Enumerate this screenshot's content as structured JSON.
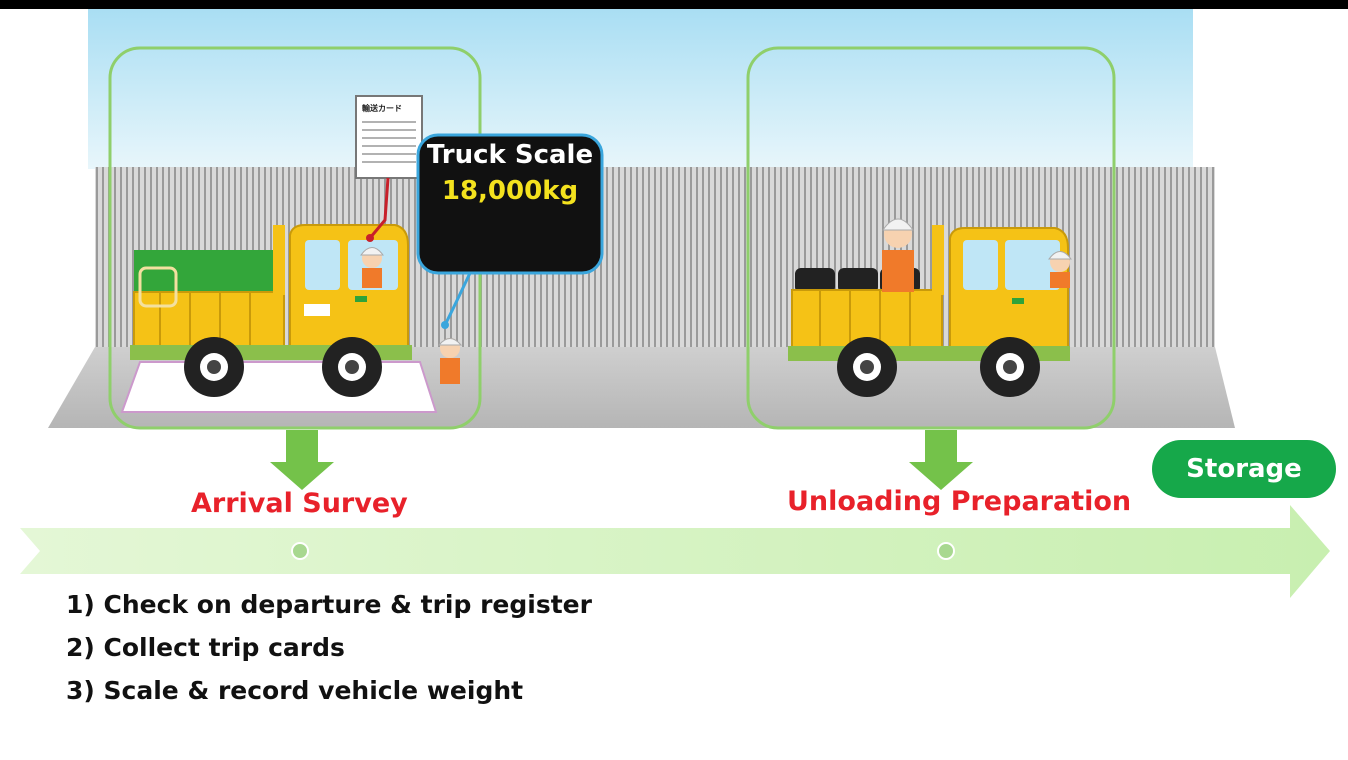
{
  "bubble": {
    "title": "Truck Scale",
    "weight": "18,000kg"
  },
  "card": {
    "title": "輸送カード"
  },
  "stages": [
    {
      "label": "Arrival Survey"
    },
    {
      "label": "Unloading Preparation"
    }
  ],
  "storage": {
    "label": "Storage"
  },
  "steps": [
    "1) Check on departure & trip register",
    "2) Collect trip cards",
    "3) Scale & record vehicle weight"
  ],
  "colors": {
    "sky": "#bfe6f6",
    "frame": "#8fcf6b",
    "stage_text": "#e8212a",
    "storage_pill": "#16a84a",
    "timeline": "#d8f3c4",
    "truck": "#f5c216",
    "bubble_bg": "#111111",
    "bubble_border": "#3aa6dd",
    "weight_text": "#f4e21e"
  },
  "icons": [
    "truck-icon",
    "worker-icon",
    "document-icon",
    "down-arrow-icon",
    "timeline-arrow-icon"
  ]
}
